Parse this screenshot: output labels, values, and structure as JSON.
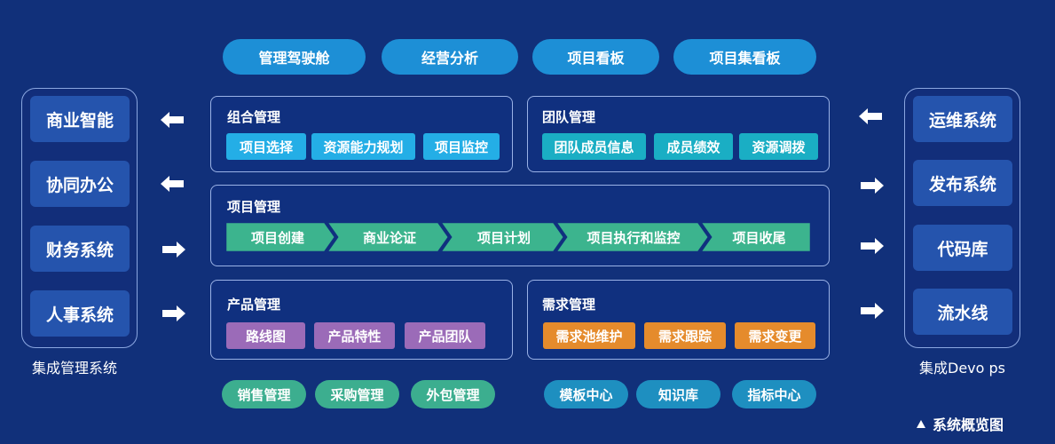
{
  "top_pills": [
    {
      "label": "管理驾驶舱"
    },
    {
      "label": "经营分析"
    },
    {
      "label": "项目看板"
    },
    {
      "label": "项目集看板"
    }
  ],
  "left_column": {
    "caption": "集成管理系统",
    "items": [
      {
        "label": "商业智能",
        "arrow": "left"
      },
      {
        "label": "协同办公",
        "arrow": "left"
      },
      {
        "label": "财务系统",
        "arrow": "right"
      },
      {
        "label": "人事系统",
        "arrow": "right"
      }
    ]
  },
  "right_column": {
    "caption": "集成Devo ps",
    "items": [
      {
        "label": "运维系统",
        "arrow": "left"
      },
      {
        "label": "发布系统",
        "arrow": "right"
      },
      {
        "label": "代码库",
        "arrow": "right"
      },
      {
        "label": "流水线",
        "arrow": "right"
      }
    ]
  },
  "modules": {
    "portfolio": {
      "title": "组合管理",
      "tags": [
        "项目选择",
        "资源能力规划",
        "项目监控"
      ],
      "color": "#24aee6"
    },
    "team": {
      "title": "团队管理",
      "tags": [
        "团队成员信息",
        "成员绩效",
        "资源调拨"
      ],
      "color": "#1aaec4"
    },
    "project": {
      "title": "项目管理",
      "stages": [
        "项目创建",
        "商业论证",
        "项目计划",
        "项目执行和监控",
        "项目收尾"
      ],
      "color": "#3cb48e"
    },
    "product": {
      "title": "产品管理",
      "tags": [
        "路线图",
        "产品特性",
        "产品团队"
      ],
      "color": "#9b6bb8"
    },
    "requirement": {
      "title": "需求管理",
      "tags": [
        "需求池维护",
        "需求跟踪",
        "需求变更"
      ],
      "color": "#e58b2c"
    }
  },
  "bottom_pills": {
    "left": [
      {
        "label": "销售管理"
      },
      {
        "label": "采购管理"
      },
      {
        "label": "外包管理"
      }
    ],
    "right": [
      {
        "label": "模板中心"
      },
      {
        "label": "知识库"
      },
      {
        "label": "指标中心"
      }
    ]
  },
  "legend": {
    "icon": "triangle-up-icon",
    "label": "系统概览图"
  },
  "colors": {
    "background": "#11307a",
    "top_pill": "#1d8fd6",
    "side_item": "#2554ad",
    "panel_border": "#9ab2e6"
  }
}
